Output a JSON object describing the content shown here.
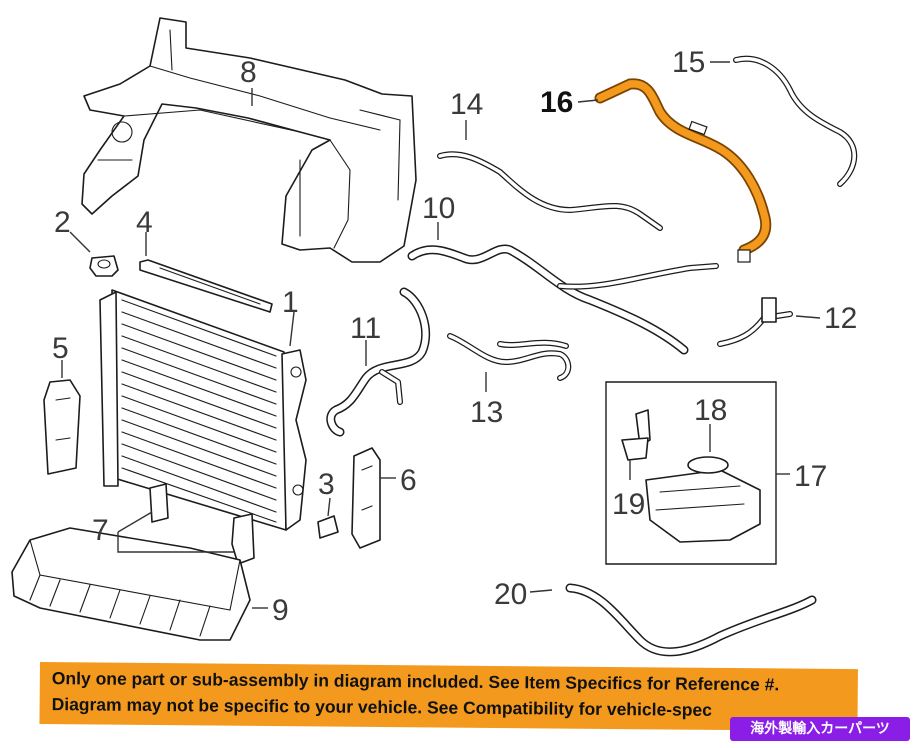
{
  "diagram": {
    "callouts": {
      "c1": "1",
      "c2": "2",
      "c3": "3",
      "c4": "4",
      "c5": "5",
      "c6": "6",
      "c7": "7",
      "c8": "8",
      "c9": "9",
      "c10": "10",
      "c11": "11",
      "c12": "12",
      "c13": "13",
      "c14": "14",
      "c15": "15",
      "c16": "16",
      "c17": "17",
      "c18": "18",
      "c19": "19",
      "c20": "20"
    },
    "highlighted_part": "16",
    "highlight_color": "#f39a1e"
  },
  "notice": {
    "line1": "Only one part or sub-assembly in diagram included. See Item Specifics for Reference #.",
    "line2": "Diagram may not be specific to your vehicle. See Compatibility for vehicle-spec",
    "background": "#f39a1e"
  },
  "watermark": {
    "text": "海外製輸入カーパーツ",
    "background": "#8a1de6"
  }
}
